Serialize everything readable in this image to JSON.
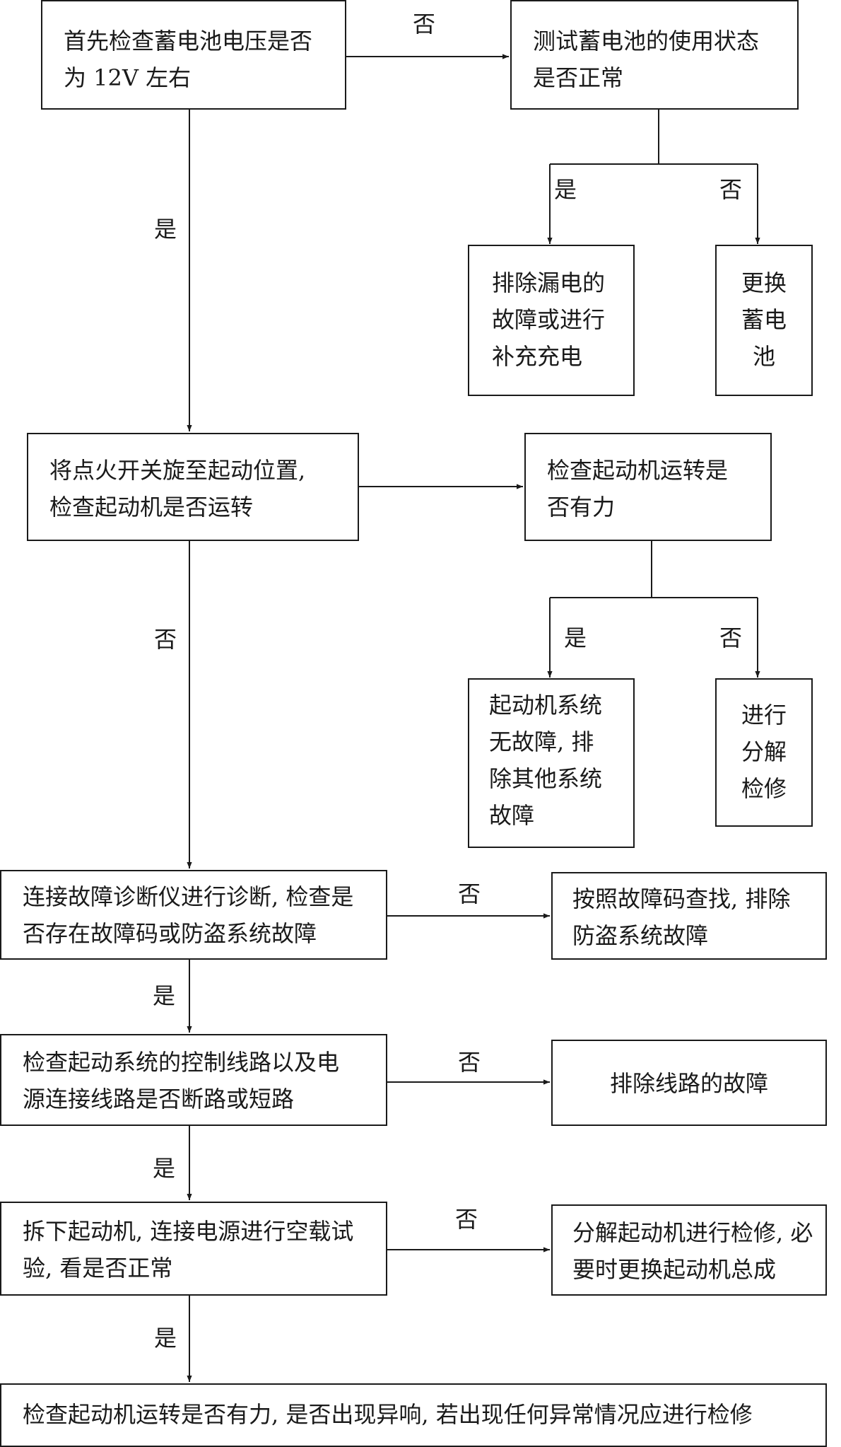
{
  "nodes": {
    "n1": {
      "lines": [
        "首先检查蓄电池电压是否",
        "为 12V 左右"
      ]
    },
    "n2": {
      "lines": [
        "测试蓄电池的使用状态",
        "是否正常"
      ]
    },
    "n3": {
      "lines": [
        "排除漏电的",
        "故障或进行",
        "补充充电"
      ]
    },
    "n4": {
      "lines": [
        "更换",
        "蓄电",
        "池"
      ]
    },
    "n5": {
      "lines": [
        "将点火开关旋至起动位置,",
        "检查起动机是否运转"
      ]
    },
    "n6": {
      "lines": [
        "检查起动机运转是",
        "否有力"
      ]
    },
    "n7": {
      "lines": [
        "起动机系统",
        "无故障, 排",
        "除其他系统",
        "故障"
      ]
    },
    "n8": {
      "lines": [
        "进行",
        "分解",
        "检修"
      ]
    },
    "n9": {
      "lines": [
        "连接故障诊断仪进行诊断, 检查是",
        "否存在故障码或防盗系统故障"
      ]
    },
    "n10": {
      "lines": [
        "按照故障码查找, 排除",
        "防盗系统故障"
      ]
    },
    "n11": {
      "lines": [
        "检查起动系统的控制线路以及电",
        "源连接线路是否断路或短路"
      ]
    },
    "n12": {
      "lines": [
        "排除线路的故障"
      ]
    },
    "n13": {
      "lines": [
        "拆下起动机, 连接电源进行空载试",
        "验, 看是否正常"
      ]
    },
    "n14": {
      "lines": [
        "分解起动机进行检修, 必",
        "要时更换起动机总成"
      ]
    },
    "n15": {
      "lines": [
        "检查起动机运转是否有力, 是否出现异响, 若出现任何异常情况应进行检修"
      ]
    }
  },
  "edge_labels": {
    "e1_2": "否",
    "e1_5": "是",
    "e2_3": "是",
    "e2_4": "否",
    "e5_9": "否",
    "e6_7": "是",
    "e6_8": "否",
    "e9_10": "否",
    "e9_11": "是",
    "e11_12": "否",
    "e11_13": "是",
    "e13_14": "否",
    "e13_15": "是"
  }
}
